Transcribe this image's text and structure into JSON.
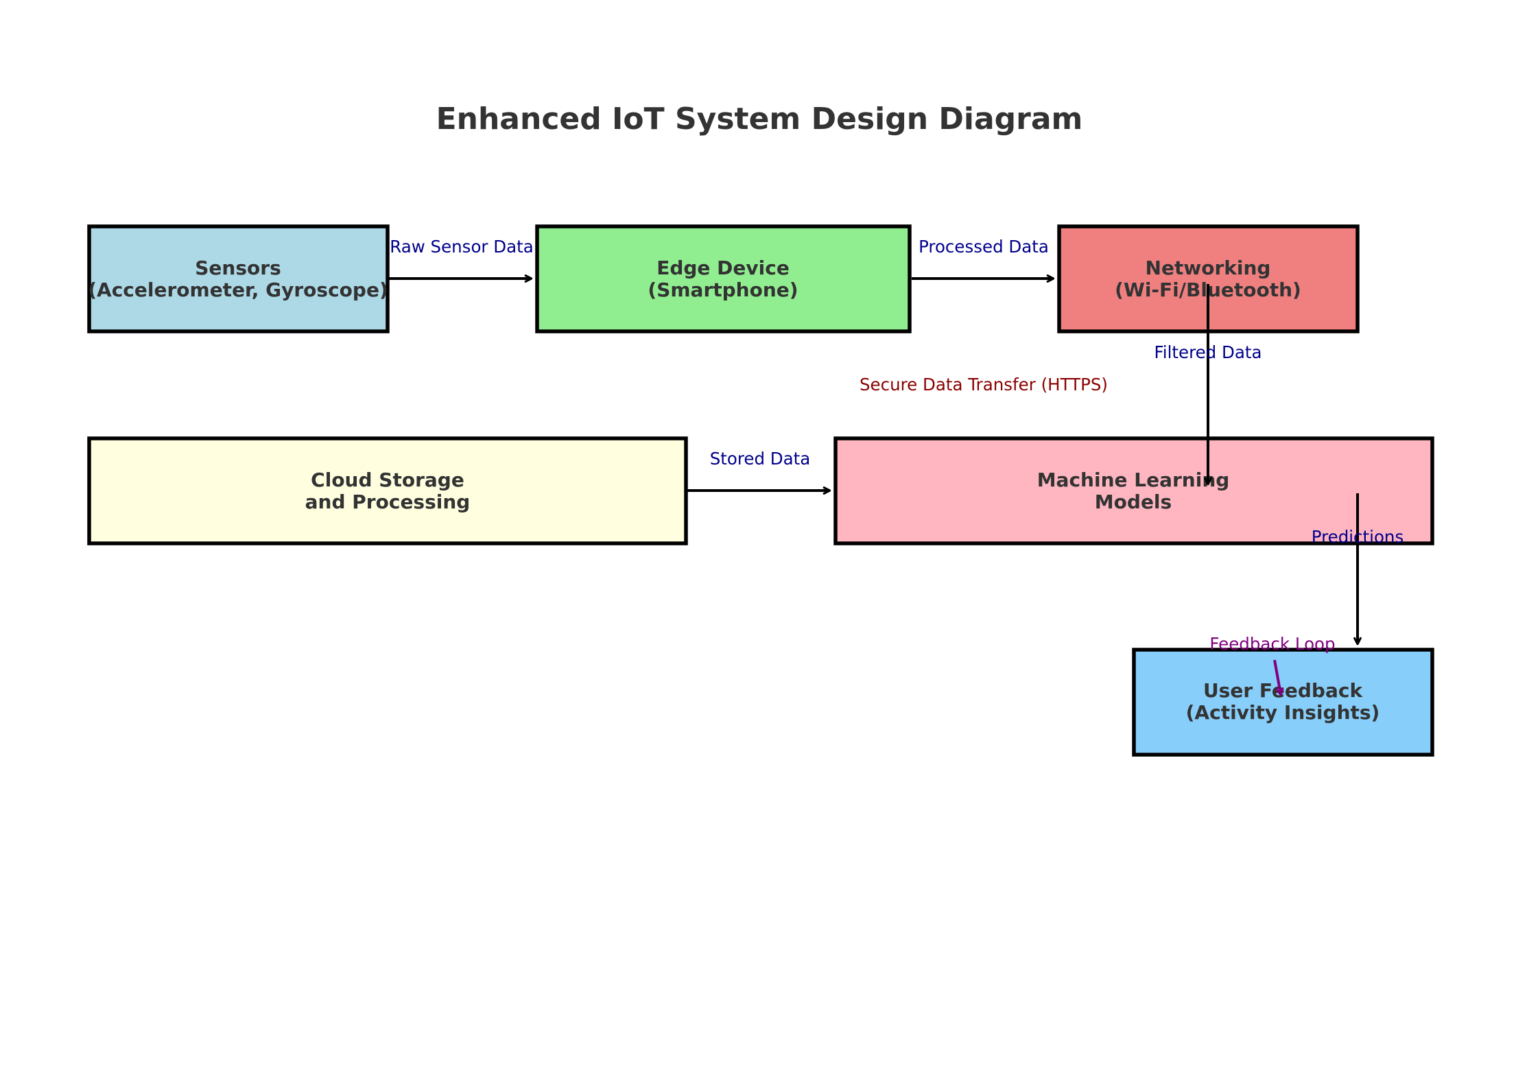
{
  "title": "Enhanced IoT System Design Diagram",
  "nodes": {
    "sensors": {
      "line1": "Sensors",
      "line2": "(Accelerometer, Gyroscope)",
      "color": "#ADD8E6"
    },
    "edge_device": {
      "line1": "Edge Device",
      "line2": "(Smartphone)",
      "color": "#90EE90"
    },
    "networking": {
      "line1": "Networking",
      "line2": "(Wi-Fi/Bluetooth)",
      "color": "#F08080"
    },
    "cloud": {
      "line1": "Cloud Storage",
      "line2": "and Processing",
      "color": "#FFFFE0"
    },
    "ml": {
      "line1": "Machine Learning",
      "line2": "Models",
      "color": "#FFB6C1"
    },
    "user_feedback": {
      "line1": "User Feedback",
      "line2": "(Activity Insights)",
      "color": "#87CEFA"
    }
  },
  "edges": {
    "raw_sensor_data": "Raw Sensor Data",
    "processed_data": "Processed Data",
    "filtered_data": "Filtered Data",
    "secure_transfer": "Secure Data Transfer (HTTPS)",
    "stored_data": "Stored Data",
    "predictions": "Predictions",
    "feedback_loop": "Feedback Loop"
  },
  "colors": {
    "edge_label": "#00008B",
    "secure_label": "#8B0000",
    "feedback": "#800080",
    "arrow": "#000000"
  }
}
